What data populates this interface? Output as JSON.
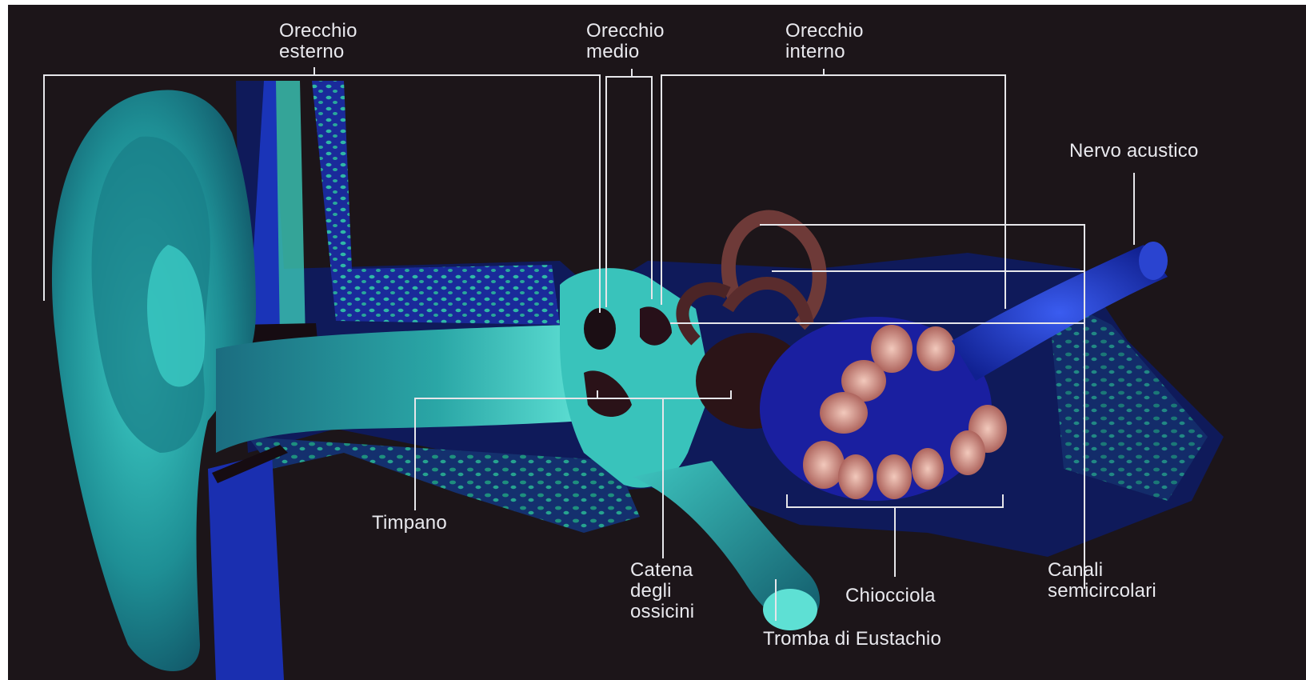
{
  "labels": {
    "outer_ear": "Orecchio\nesterno",
    "middle_ear": "Orecchio\nmedio",
    "inner_ear": "Orecchio\ninterno",
    "acoustic_nerve": "Nervo acustico",
    "eardrum": "Timpano",
    "ossicle_chain": "Catena\ndegli\nossicini",
    "cochlea": "Chiocciola",
    "semicircular_canals": "Canali\nsemicircolari",
    "eustachian_tube": "Tromba di Eustachio"
  },
  "colors": {
    "background": "#1c1519",
    "ear_cyan": "#2fb6b0",
    "bone_blue": "#1f2fa8",
    "canal_brown": "#6e3a38",
    "cochlea_pink": "#e7b3a4",
    "leader_lines": "#e6e6ea"
  }
}
